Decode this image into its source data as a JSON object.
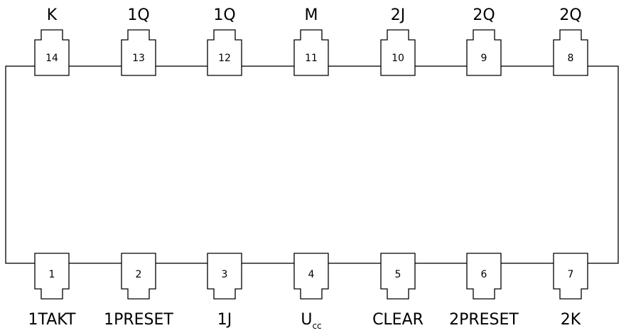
{
  "top_pins": [
    {
      "number": "14",
      "label": "K"
    },
    {
      "number": "13",
      "label": "1Q"
    },
    {
      "number": "12",
      "label": "1Q"
    },
    {
      "number": "11",
      "label": "M"
    },
    {
      "number": "10",
      "label": "2J"
    },
    {
      "number": "9",
      "label": "2Q"
    },
    {
      "number": "8",
      "label": "2Q"
    }
  ],
  "bottom_pins": [
    {
      "number": "1",
      "label": "1TAKT"
    },
    {
      "number": "2",
      "label": "1PRESET"
    },
    {
      "number": "3",
      "label": "1J"
    },
    {
      "number": "4",
      "label": "U",
      "subscript": "cc"
    },
    {
      "number": "5",
      "label": "CLEAR"
    },
    {
      "number": "6",
      "label": "2PRESET"
    },
    {
      "number": "7",
      "label": "2K"
    }
  ]
}
